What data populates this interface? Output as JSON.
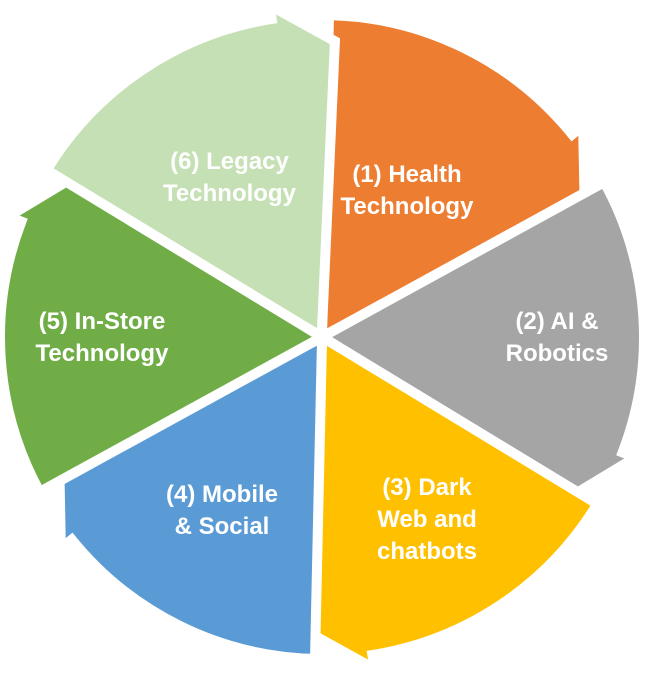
{
  "segments": [
    {
      "lines": [
        "(1) Health",
        "Technology"
      ],
      "color": "#ED7D31"
    },
    {
      "lines": [
        "(2) AI &",
        "Robotics"
      ],
      "color": "#A5A5A5"
    },
    {
      "lines": [
        "(3) Dark",
        "Web and",
        "chatbots"
      ],
      "color": "#FFC000"
    },
    {
      "lines": [
        "(4) Mobile",
        "& Social"
      ],
      "color": "#5B9BD5"
    },
    {
      "lines": [
        "(5) In-Store",
        "Technology"
      ],
      "color": "#70AD47"
    },
    {
      "lines": [
        "(6) Legacy",
        "Technology"
      ],
      "color": "#C5E0B4"
    }
  ],
  "label_color": "#ffffff"
}
